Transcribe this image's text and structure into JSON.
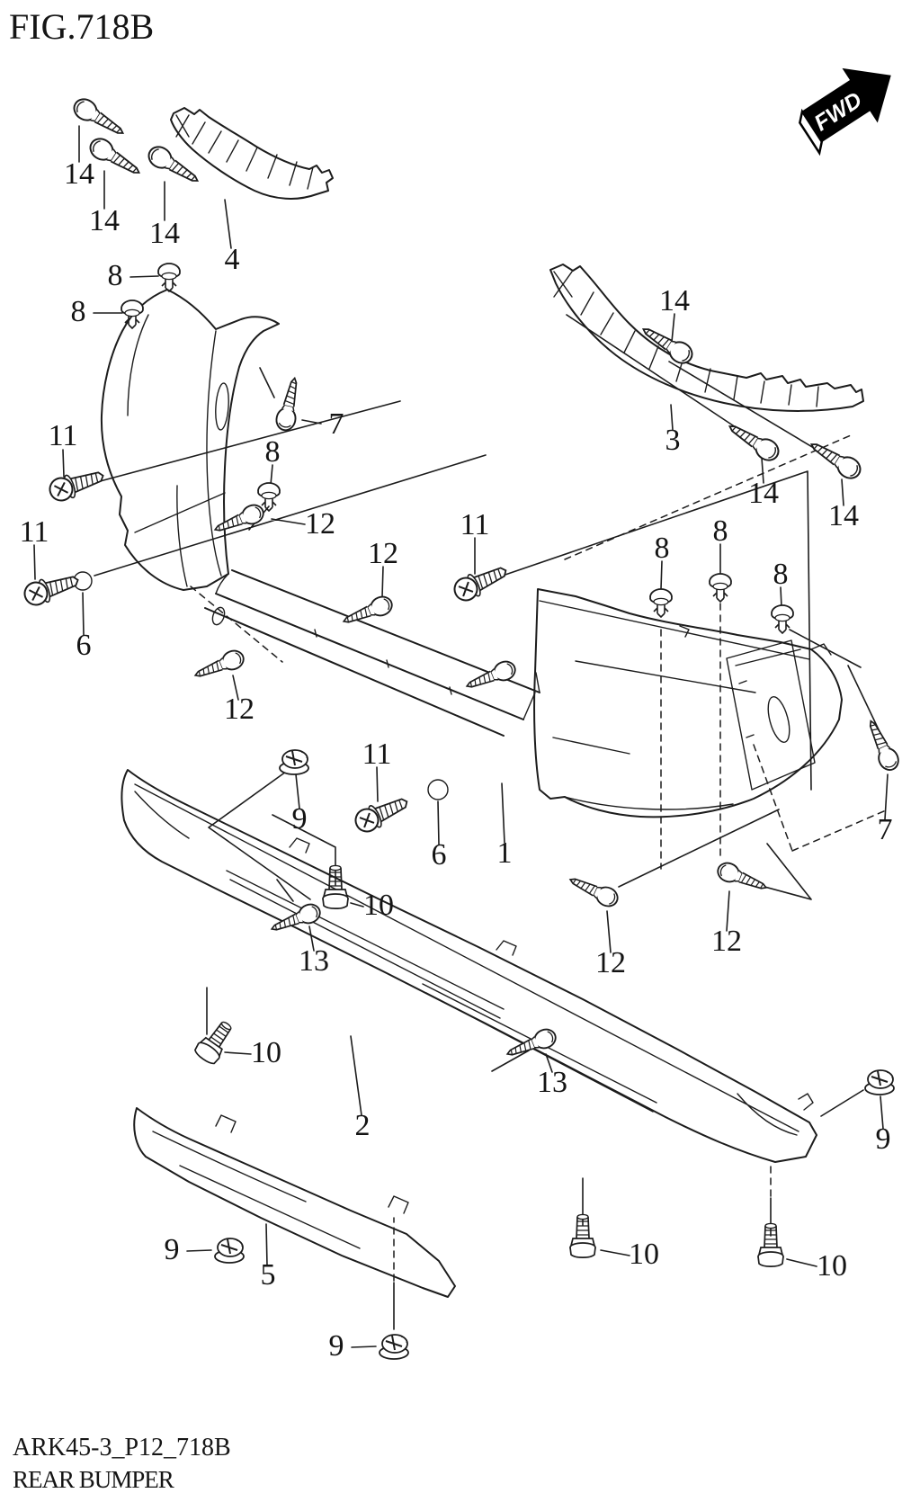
{
  "figure": {
    "title": "FIG.718B",
    "fwd_label": "FWD",
    "footer_code": "ARK45-3_P12_718B",
    "footer_name": "REAR BUMPER"
  },
  "callouts": [
    {
      "label": "14"
    },
    {
      "label": "14"
    },
    {
      "label": "14"
    },
    {
      "label": "8"
    },
    {
      "label": "8"
    },
    {
      "label": "4"
    },
    {
      "label": "11"
    },
    {
      "label": "7"
    },
    {
      "label": "8"
    },
    {
      "label": "12"
    },
    {
      "label": "12"
    },
    {
      "label": "11"
    },
    {
      "label": "14"
    },
    {
      "label": "3"
    },
    {
      "label": "14"
    },
    {
      "label": "14"
    },
    {
      "label": "8"
    },
    {
      "label": "8"
    },
    {
      "label": "8"
    },
    {
      "label": "11"
    },
    {
      "label": "6"
    },
    {
      "label": "12"
    },
    {
      "label": "11"
    },
    {
      "label": "9"
    },
    {
      "label": "6"
    },
    {
      "label": "1"
    },
    {
      "label": "7"
    },
    {
      "label": "10"
    },
    {
      "label": "13"
    },
    {
      "label": "12"
    },
    {
      "label": "12"
    },
    {
      "label": "10"
    },
    {
      "label": "13"
    },
    {
      "label": "2"
    },
    {
      "label": "9"
    },
    {
      "label": "9"
    },
    {
      "label": "5"
    },
    {
      "label": "10"
    },
    {
      "label": "10"
    },
    {
      "label": "9"
    }
  ]
}
